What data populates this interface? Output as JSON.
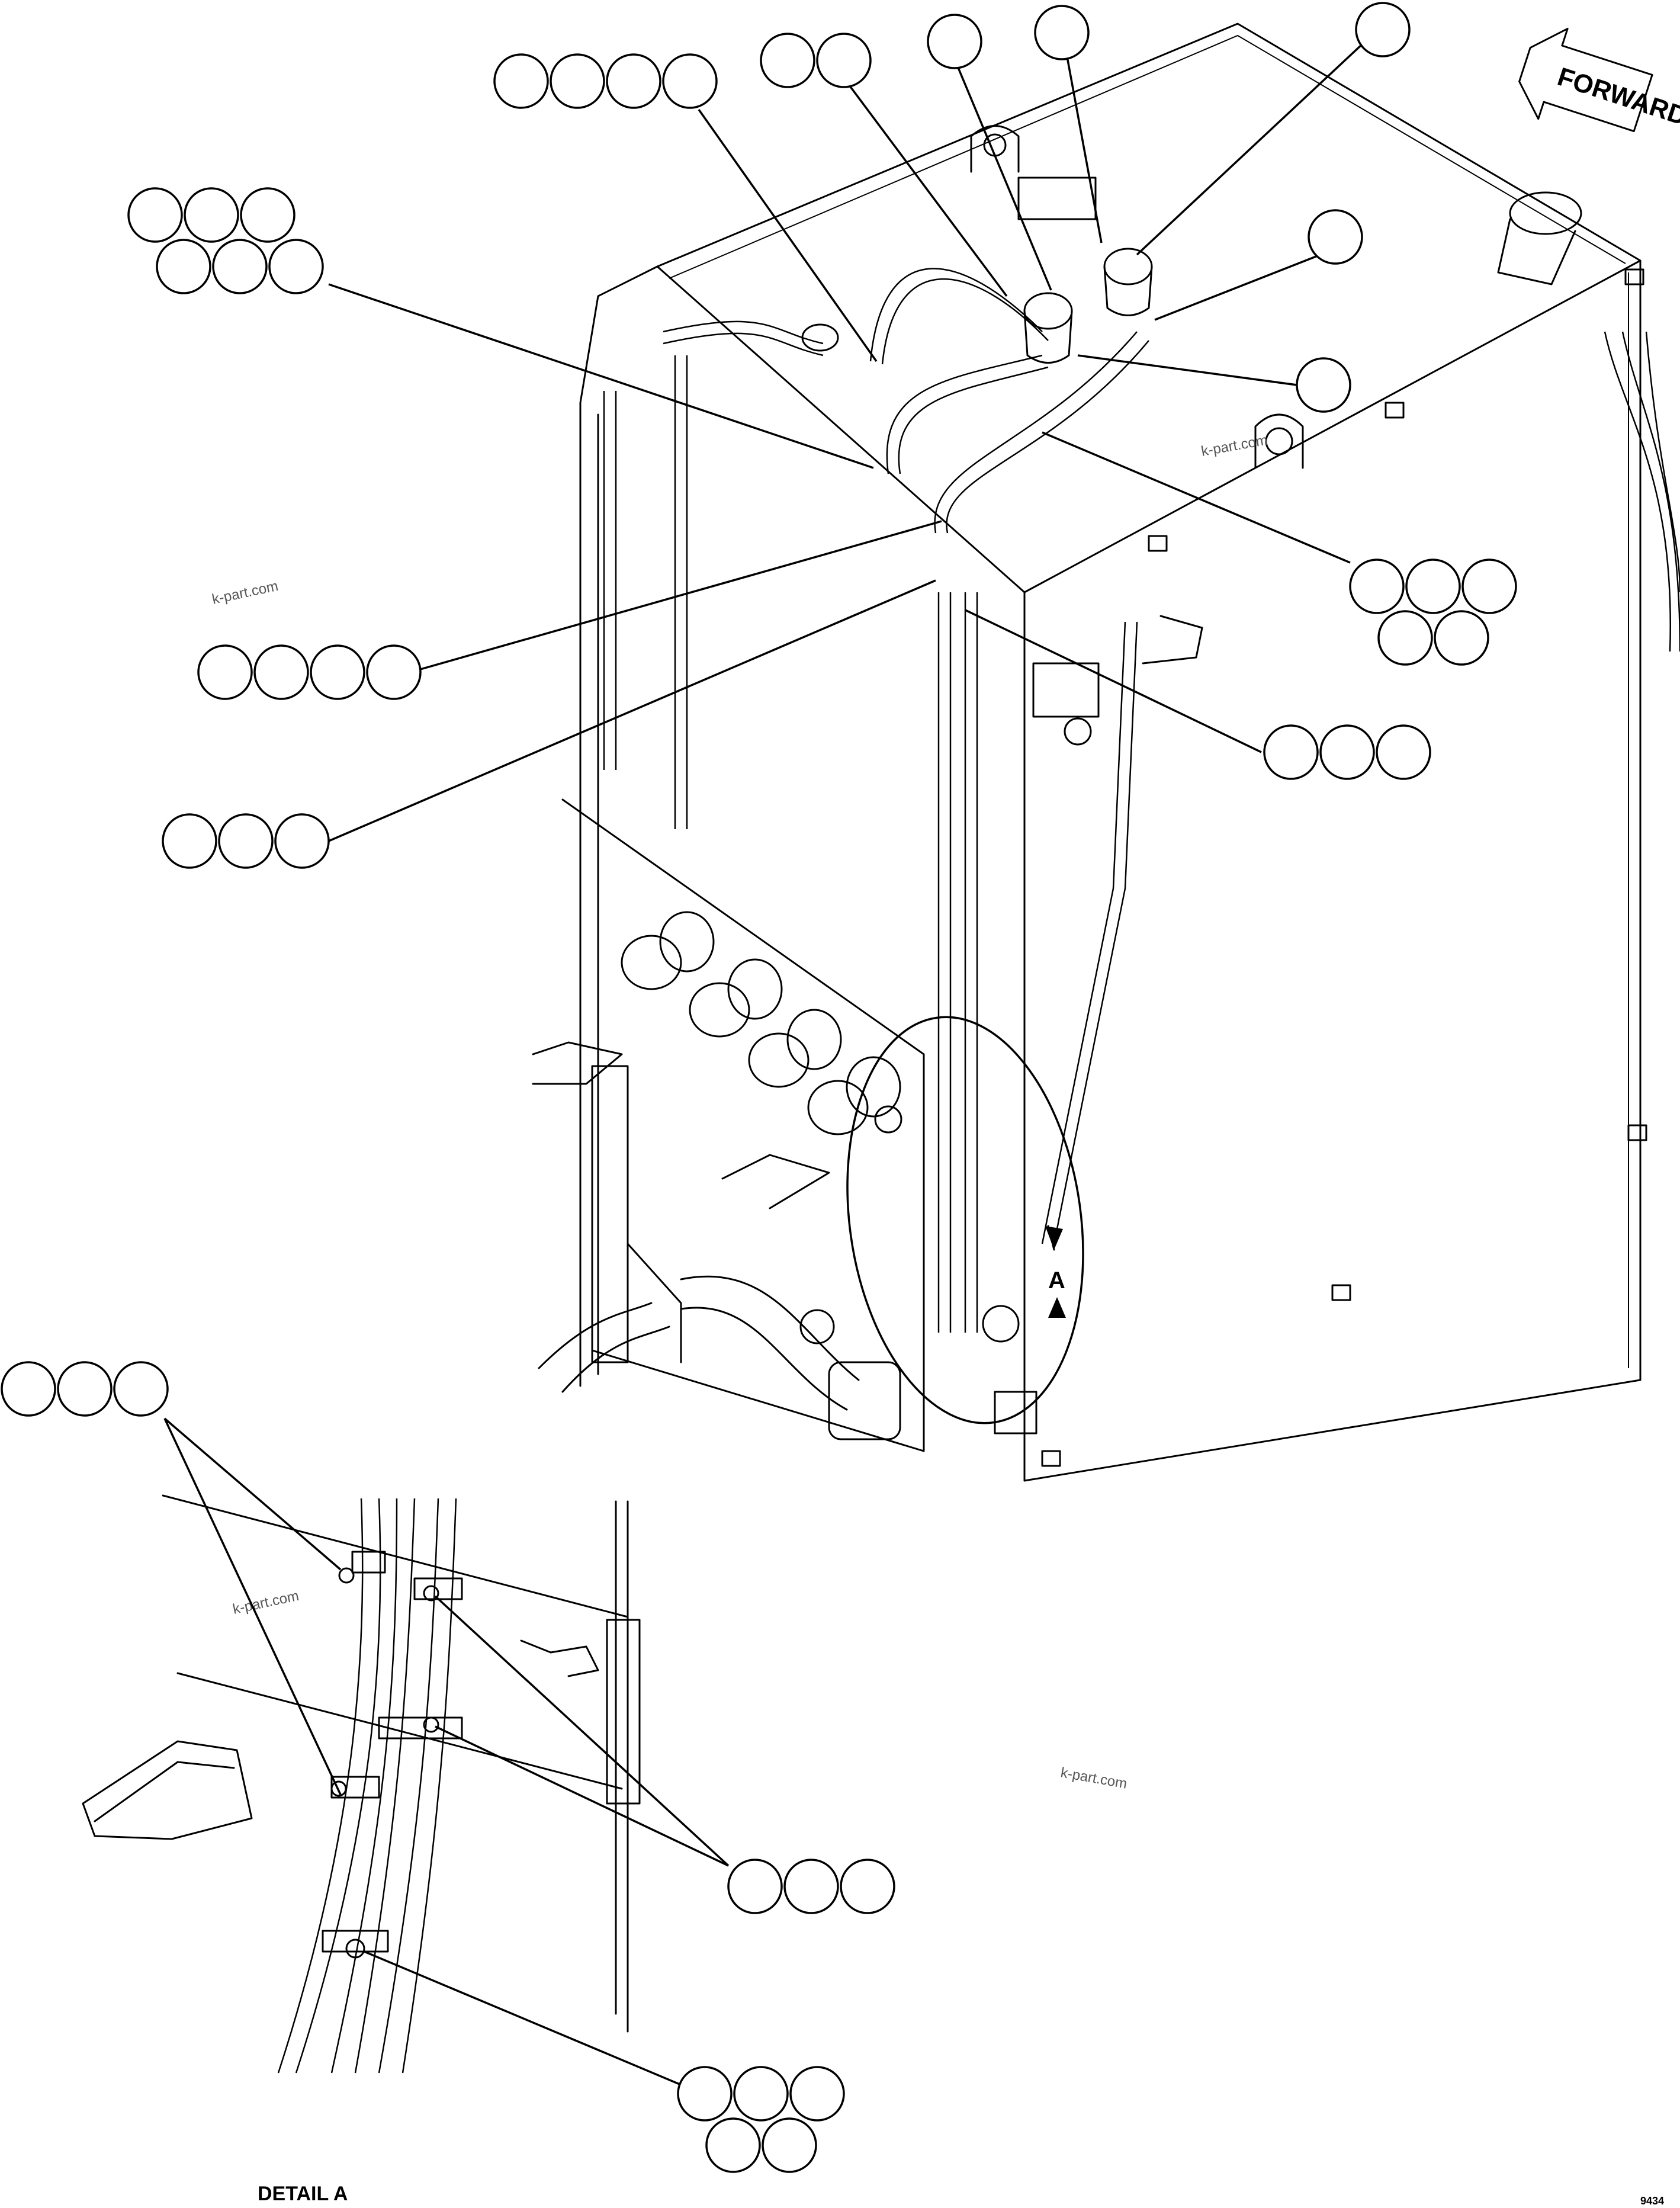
{
  "forward_label": "FORWARD",
  "section_marker": "A",
  "detail_label": "DETAIL A",
  "watermark": "k-part.com",
  "figure_code": "9434",
  "colors": {
    "line": "#000000",
    "background": "#ffffff",
    "watermark": "#555555"
  }
}
